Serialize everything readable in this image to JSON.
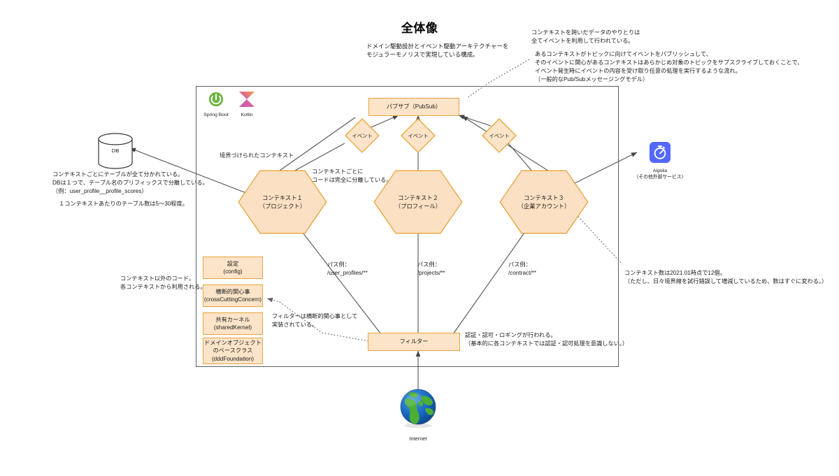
{
  "header": {
    "title": "全体像",
    "subtitle": "ドメイン駆動設計とイベント駆動アーキテクチャーを\nモジュラーモノリスで実現している構成。"
  },
  "annotations": {
    "pubsub_note_1": "コンテキストを跨いだデータのやりとりは\n全てイベントを利用して行われている。",
    "pubsub_note_2": "あるコンテキストがトピックに向けてイベントをパブリッシュして、\nそのイベントに関心があるコンテキストはあらかじめ対象のトピックをサブスクライブしておくことで、\nイベント発生時にイベントの内容を受け取り任意の処理を実行するような流れ。\n（一般的なPub/Subメッセージングモデル）",
    "db_note": "コンテキストごとにテーブルが全て分かれている。\nDBは１つで、テーブル名のプリフィックスで分離している。\n（例：user_profile__profile_scores）",
    "db_note_2": "１コンテキストあたりのテーブル数は5〜30程度。",
    "bounded_context_label": "境界づけられたコンテキスト",
    "context_code_note": "コンテキストごとに\nコードは完全に分離している。",
    "shared_code_note": "コンテキスト以外のコード。\n各コンテキストから利用される。",
    "filter_cross_cutting_note": "フィルターは横断的関心事として\n実装されている。",
    "filter_auth_note": "認証・認可・ロギングが行われる。\n（基本的に各コンテキストでは認証・認可処理を意識しない。）",
    "algolia_note": "コンテキスト数は2021.01時点で12個。\n（ただし、日々境界線を試行錯誤して増減しているため、数はすぐに変わる。）"
  },
  "nodes": {
    "pubsub": {
      "label": "パブサブ（PubSub）"
    },
    "contexts": [
      {
        "label": "コンテキスト１\n（プロジェクト）"
      },
      {
        "label": "コンテキスト２\n（プロフィール）"
      },
      {
        "label": "コンテキスト３\n（企業アカウント）"
      }
    ],
    "events": [
      {
        "label": "イベント"
      },
      {
        "label": "イベント"
      },
      {
        "label": "イベント"
      }
    ],
    "shared_modules": [
      {
        "label": "設定\n(config)"
      },
      {
        "label": "横断的関心事\n(crossCuttingConcern)"
      },
      {
        "label": "共有カーネル\n(sharedKernel)"
      },
      {
        "label": "ドメインオブジェクト\nのベースクラス\n(dddFoundation)"
      }
    ],
    "filter": {
      "label": "フィルター"
    },
    "db": {
      "label": "DB"
    },
    "internet": {
      "label": "Internet"
    },
    "path_examples": [
      {
        "label": "パス例：\n/user_profiles/**"
      },
      {
        "label": "パス例：\n/projects/**"
      },
      {
        "label": "パス例：\n/contract/**"
      }
    ]
  },
  "logos": {
    "spring_boot": {
      "caption": "Spring Boot"
    },
    "kotlin": {
      "caption": "Kotlin"
    },
    "algolia": {
      "caption": "Algolia\n（その他外部サービス）"
    }
  },
  "colors": {
    "node_fill": "#fce4c8",
    "node_border": "#e8a33d",
    "hex_fill": "#fce0c4",
    "line": "#555555",
    "container_border": "#606060",
    "text": "#1a1a1a",
    "spring_green": "#6db33f",
    "algolia_blue": "#5468ff"
  }
}
